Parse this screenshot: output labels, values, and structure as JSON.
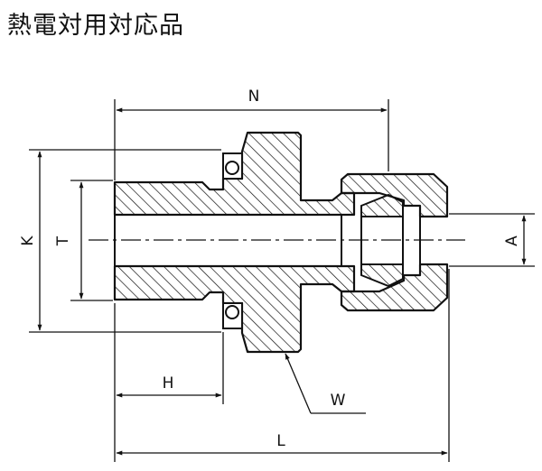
{
  "title": "熱電対用対応品",
  "dimensions": {
    "N": "N",
    "K": "K",
    "T": "T",
    "A": "A",
    "H": "H",
    "W": "W",
    "L": "L"
  },
  "colors": {
    "line": "#111111",
    "background": "#ffffff"
  }
}
